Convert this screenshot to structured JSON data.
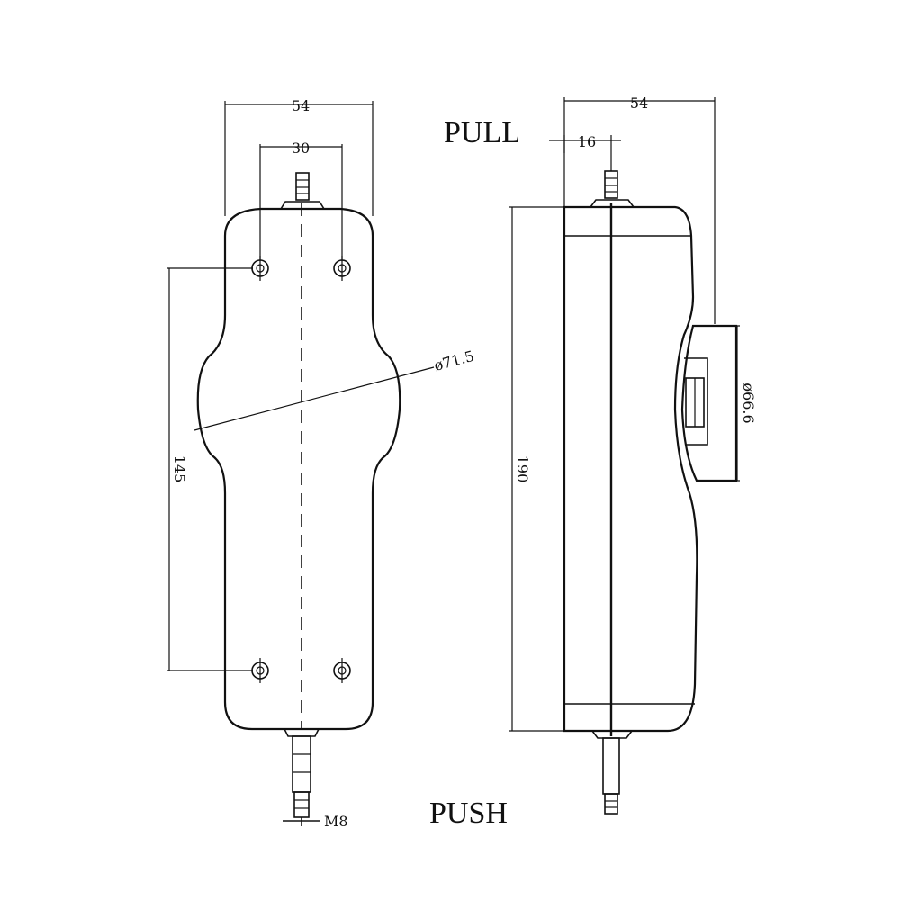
{
  "labels": {
    "pull": "PULL",
    "push": "PUSH"
  },
  "front_view": {
    "overall_width": "54",
    "hole_spacing_horizontal": "30",
    "hole_spacing_vertical": "145",
    "waist_diameter": "ø71.5",
    "thread": "M8"
  },
  "side_view": {
    "overall_width": "54",
    "shaft_offset": "16",
    "overall_height": "190",
    "display_diameter": "ø66.6"
  },
  "colors": {
    "line": "#111111",
    "background": "#ffffff"
  }
}
